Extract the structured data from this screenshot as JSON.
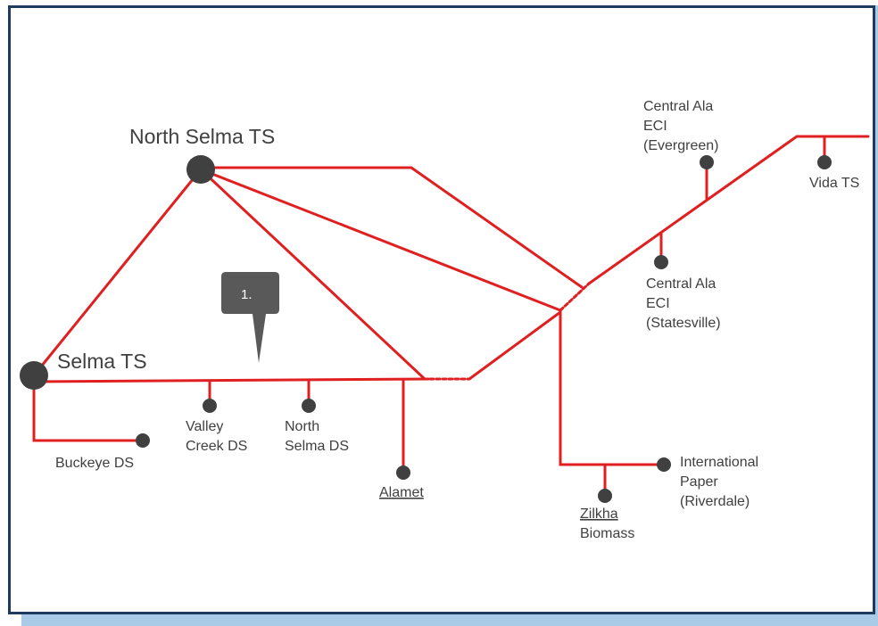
{
  "colors": {
    "line": "#e02020",
    "node": "#404040",
    "frame_border": "#1f3a5f",
    "callout": "#595959"
  },
  "callout": {
    "label": "1."
  },
  "nodes": {
    "north_selma_ts": "North Selma TS",
    "selma_ts": "Selma TS",
    "buckeye_ds": "Buckeye DS",
    "valley_creek_ds": [
      "Valley",
      "Creek DS"
    ],
    "north_selma_ds": [
      "North",
      "Selma DS"
    ],
    "alamet": "Alamet",
    "zilkha_biomass": [
      "Zilkha",
      "Biomass"
    ],
    "international_paper": [
      "International",
      "Paper",
      "(Riverdale)"
    ],
    "central_ala_statesville": [
      "Central Ala",
      "ECI",
      "(Statesville)"
    ],
    "central_ala_evergreen": [
      "Central Ala",
      "ECI",
      "(Evergreen)"
    ],
    "vida_ts": "Vida TS"
  }
}
